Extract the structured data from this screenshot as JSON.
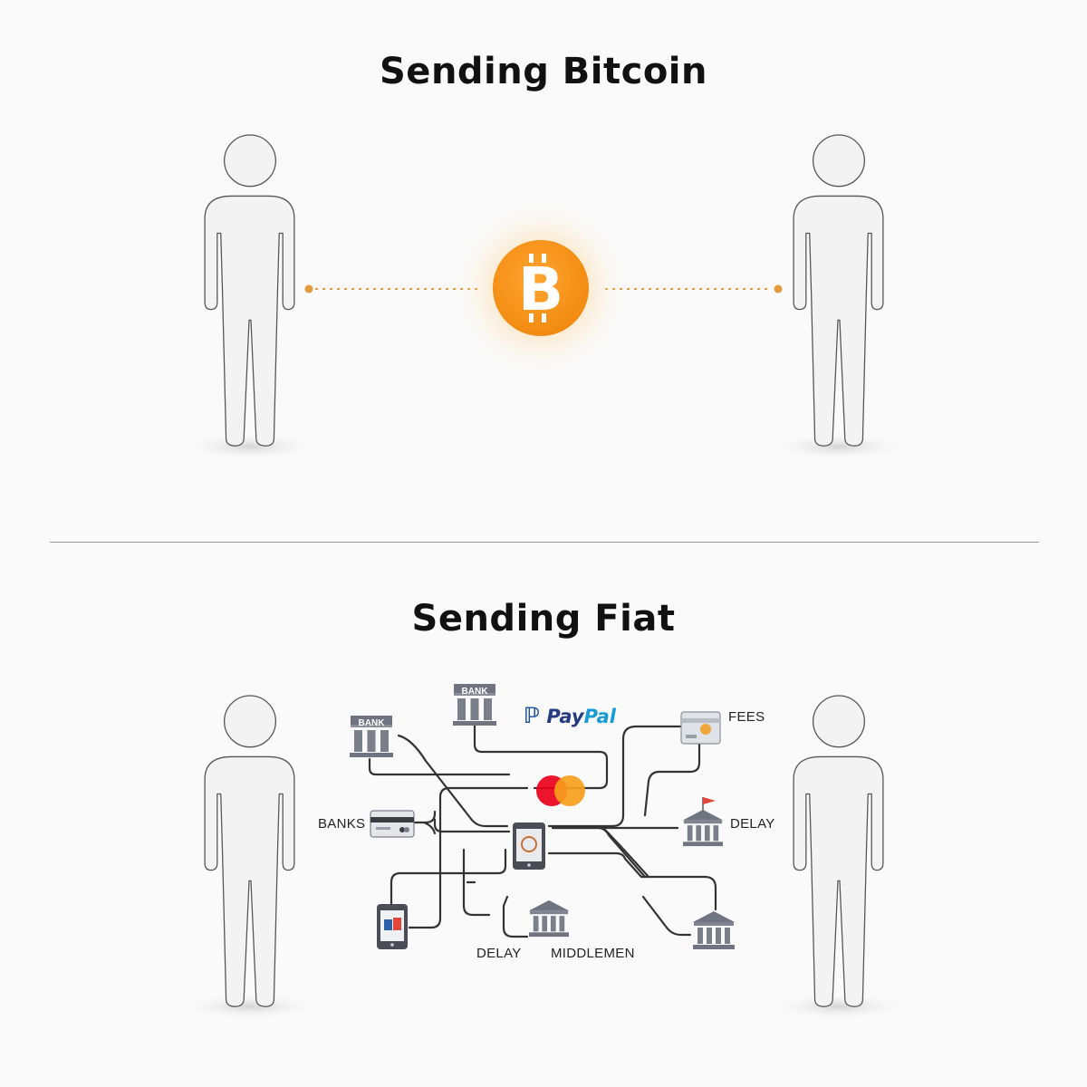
{
  "titles": {
    "top": "Sending Bitcoin",
    "bottom": "Sending Fiat"
  },
  "bitcoin": {
    "symbol": "B",
    "color": "#f7931a",
    "dot_color": "#e39a3a"
  },
  "fiat": {
    "labels": {
      "banks": "BANKS",
      "fees": "FEES",
      "delay_right": "DELAY",
      "delay_bottom": "DELAY",
      "middlemen": "MIDDLEMEN"
    },
    "bank_tag": "BANK",
    "paypal": {
      "part1": "Pay",
      "part2": "Pal"
    },
    "flag_color": "#e0463a",
    "mastercard_colors": [
      "#eb001b",
      "#f79e1b"
    ]
  },
  "icons": [
    "person-icon",
    "bitcoin-icon",
    "bank-icon",
    "paypal-logo",
    "mastercard-icon",
    "credit-card-icon",
    "smartphone-icon",
    "fees-card-icon",
    "government-bank-icon"
  ]
}
